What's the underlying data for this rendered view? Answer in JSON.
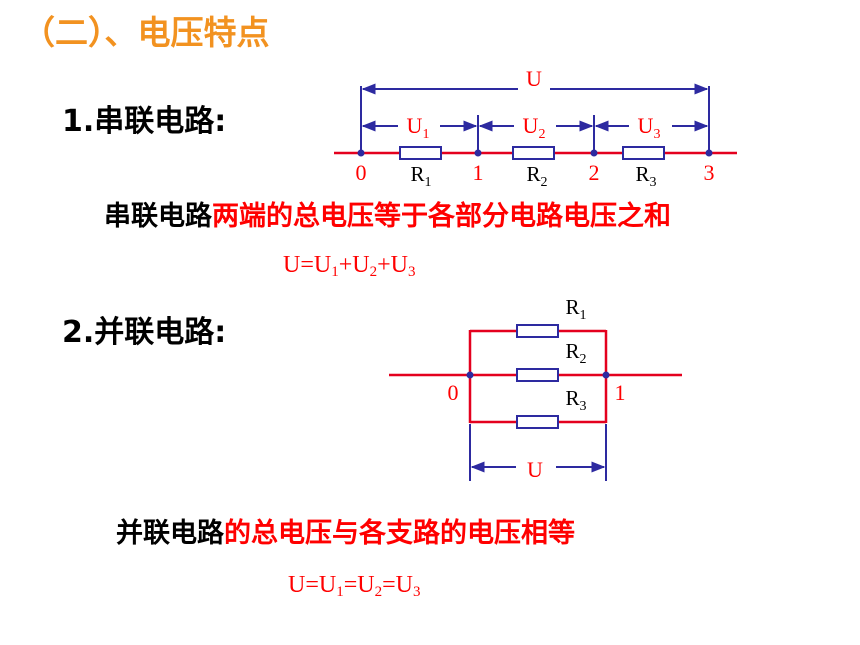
{
  "colors": {
    "title": "#f29220",
    "accent": "#ff0000",
    "wire": "#e4001e",
    "measure": "#2d2aa0",
    "text": "#000000"
  },
  "title": "（二）、电压特点",
  "series": {
    "heading": "1.串联电路:",
    "statement_black": "串联电路",
    "statement_red": "两端的总电压等于各部分电路电压之和",
    "formula": [
      {
        "t": "U=U"
      },
      {
        "s": "1"
      },
      {
        "t": "+U"
      },
      {
        "s": "2"
      },
      {
        "t": "+U"
      },
      {
        "s": "3"
      }
    ],
    "diagram": {
      "total_label": "U",
      "segment_labels": [
        {
          "main": "U",
          "sub": "1"
        },
        {
          "main": "U",
          "sub": "2"
        },
        {
          "main": "U",
          "sub": "3"
        }
      ],
      "node_labels": [
        "0",
        "1",
        "2",
        "3"
      ],
      "resistor_labels": [
        {
          "main": "R",
          "sub": "1"
        },
        {
          "main": "R",
          "sub": "2"
        },
        {
          "main": "R",
          "sub": "3"
        }
      ]
    }
  },
  "parallel": {
    "heading": "2.并联电路:",
    "statement_black": "并联电路",
    "statement_red": "的总电压与各支路的电压相等",
    "formula": [
      {
        "t": "U=U"
      },
      {
        "s": "1"
      },
      {
        "t": "=U"
      },
      {
        "s": "2"
      },
      {
        "t": "=U"
      },
      {
        "s": "3"
      }
    ],
    "diagram": {
      "node_labels": [
        "0",
        "1"
      ],
      "resistor_labels": [
        {
          "main": "R",
          "sub": "1"
        },
        {
          "main": "R",
          "sub": "2"
        },
        {
          "main": "R",
          "sub": "3"
        }
      ],
      "total_label": "U"
    }
  }
}
